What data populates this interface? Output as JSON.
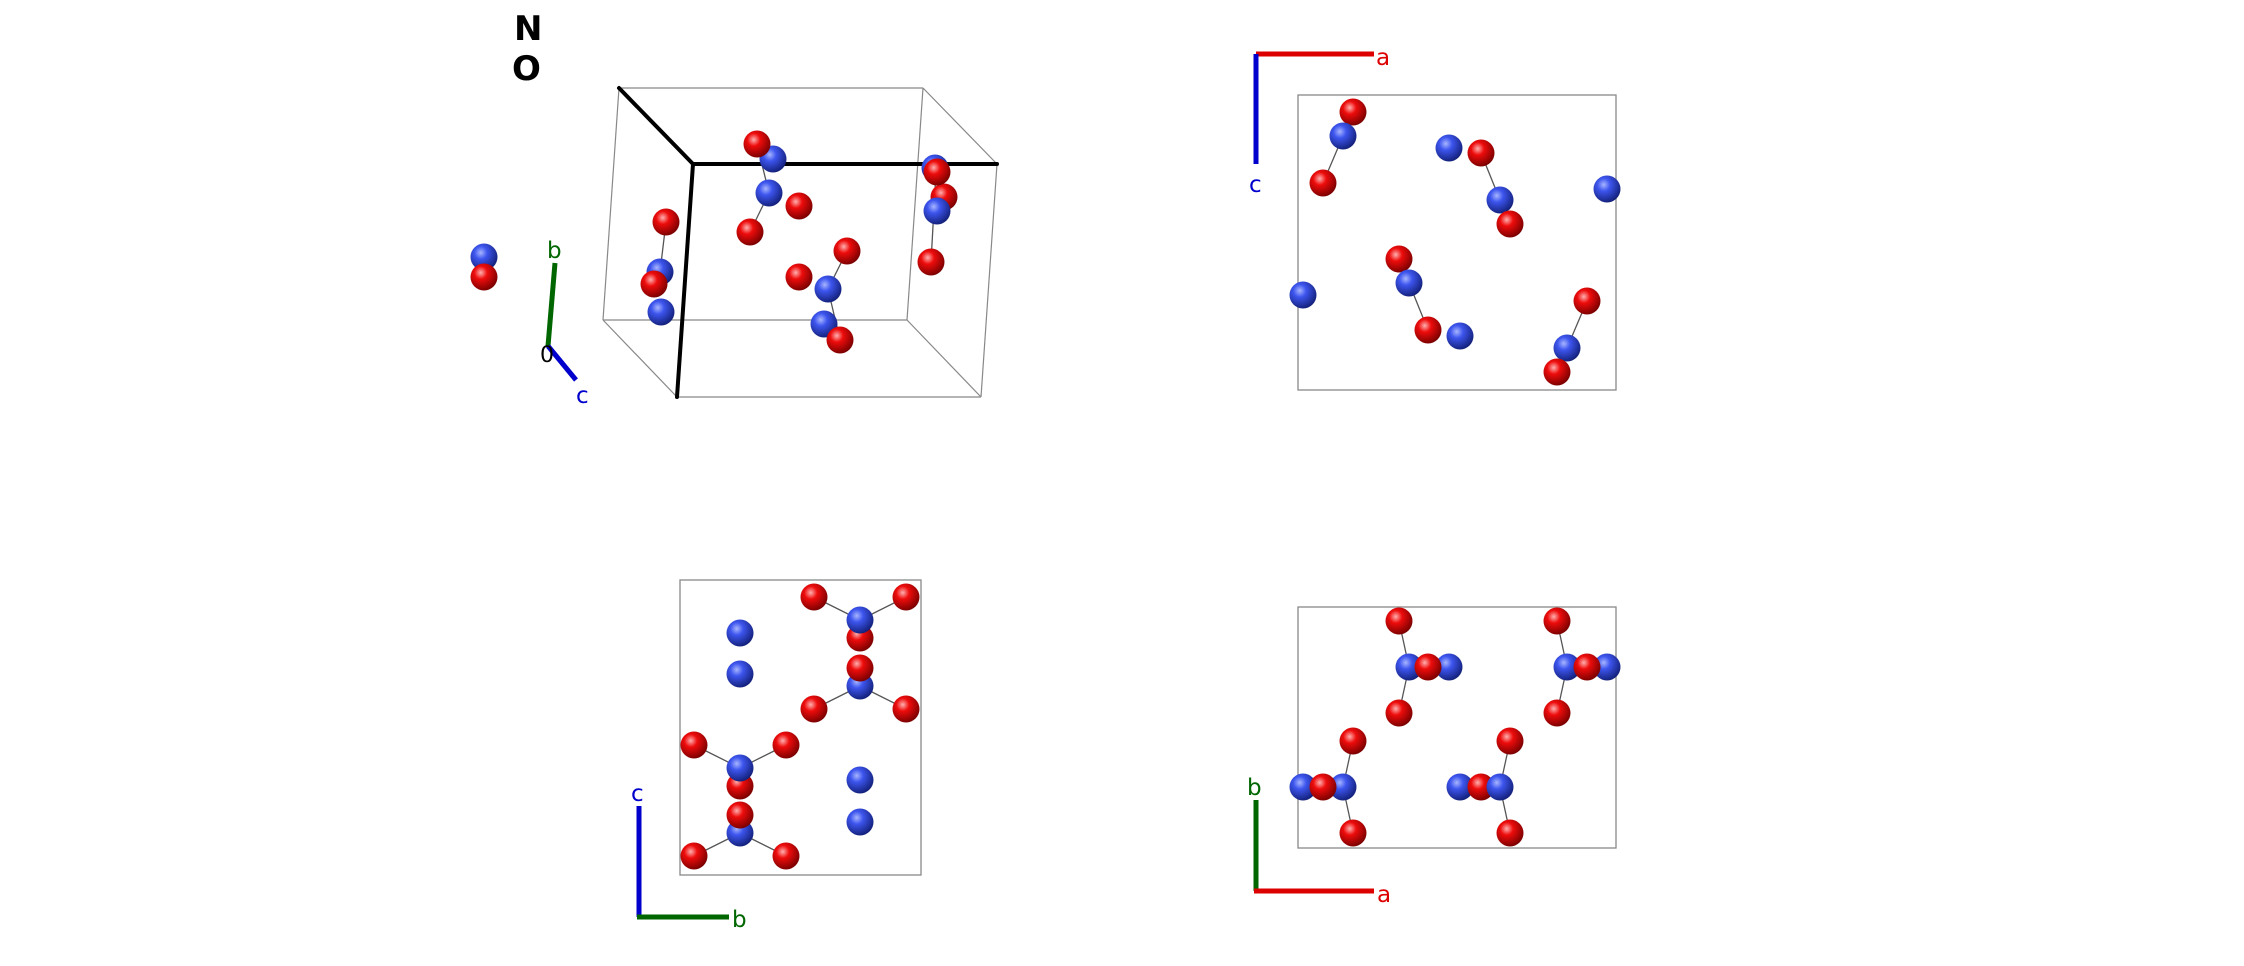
{
  "legend": [
    {
      "symbol": "N",
      "element": "nitrogen",
      "color": "#2f45d8"
    },
    {
      "symbol": "O",
      "element": "oxygen",
      "color": "#e00000"
    }
  ],
  "axis_colors": {
    "a": "#dd0000",
    "b": "#006600",
    "c": "#0000cc"
  },
  "views": [
    {
      "id": "view-perspective",
      "axes": [
        {
          "label": "b",
          "color": "#006600"
        },
        {
          "label": "c",
          "color": "#0000cc"
        },
        {
          "label": "0",
          "color": "#000000"
        }
      ]
    },
    {
      "id": "view-ac",
      "axes": [
        {
          "label": "a",
          "color": "#dd0000"
        },
        {
          "label": "c",
          "color": "#0000cc"
        }
      ]
    },
    {
      "id": "view-bc",
      "axes": [
        {
          "label": "c",
          "color": "#0000cc"
        },
        {
          "label": "b",
          "color": "#006600"
        }
      ]
    },
    {
      "id": "view-ab",
      "axes": [
        {
          "label": "b",
          "color": "#006600"
        },
        {
          "label": "a",
          "color": "#dd0000"
        }
      ]
    }
  ]
}
